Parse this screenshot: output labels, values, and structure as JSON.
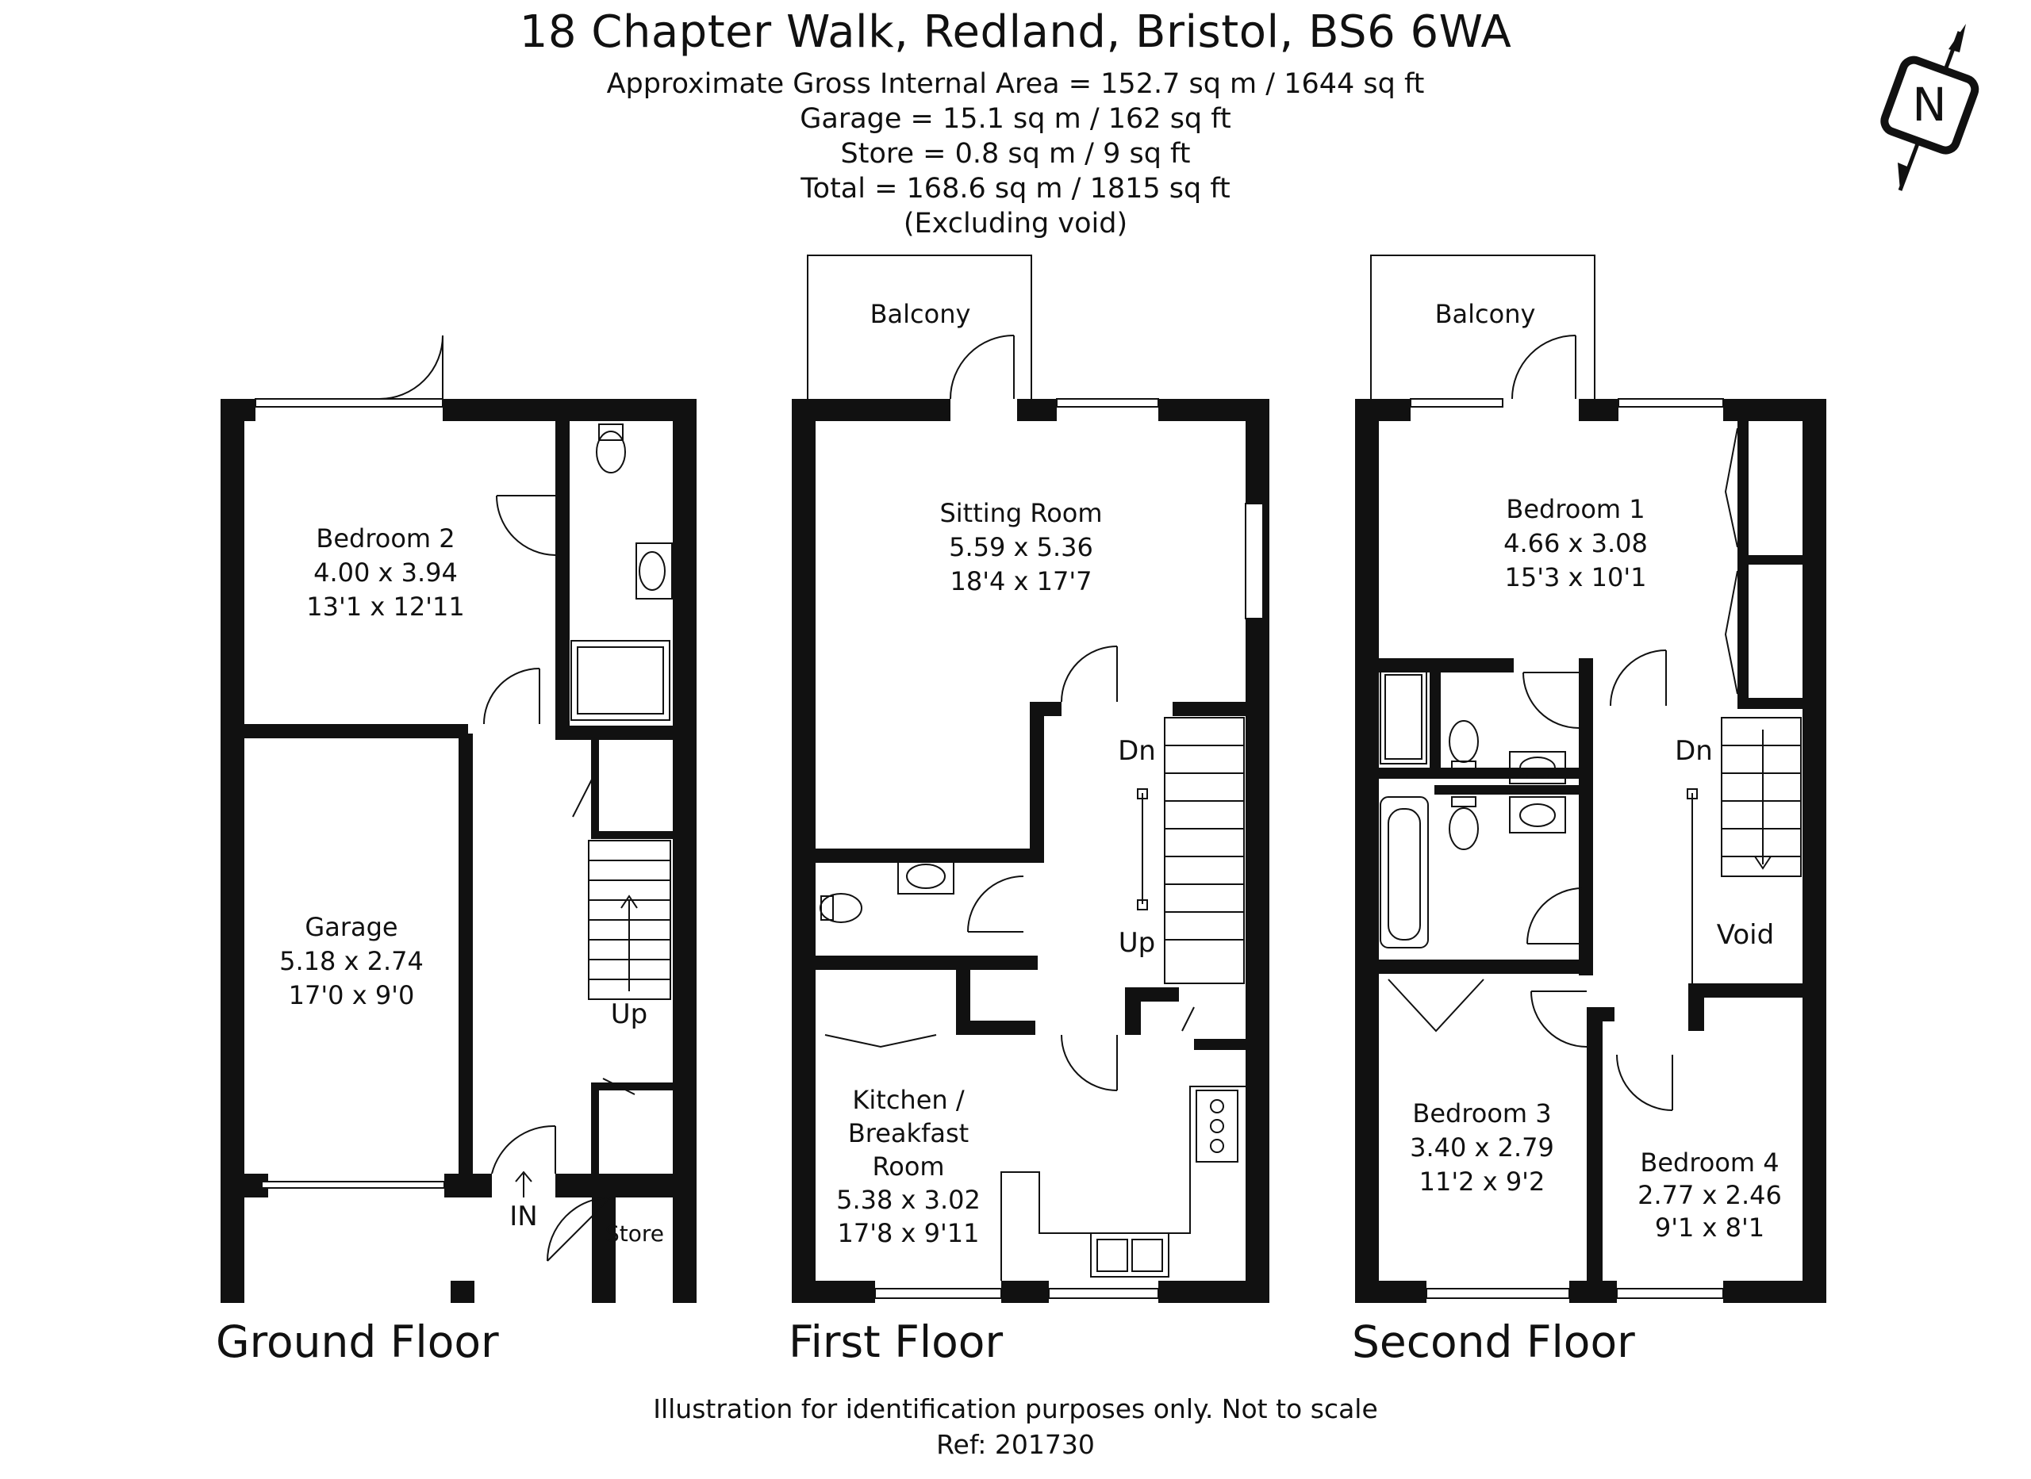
{
  "header": {
    "address": "18 Chapter Walk, Redland, Bristol, BS6 6WA",
    "area_lines": [
      "Approximate Gross Internal Area = 152.7 sq m / 1644 sq ft",
      "Garage = 15.1 sq m / 162 sq ft",
      "Store = 0.8 sq m / 9 sq ft",
      "Total = 168.6 sq m / 1815 sq ft",
      "(Excluding void)"
    ]
  },
  "compass": {
    "label": "N",
    "icon": "north-arrow-icon"
  },
  "floors": {
    "ground": {
      "label": "Ground Floor",
      "rooms": {
        "bedroom2": [
          "Bedroom 2",
          "4.00 x 3.94",
          "13'1 x 12'11"
        ],
        "garage": [
          "Garage",
          "5.18 x 2.74",
          "17'0 x 9'0"
        ],
        "store": "Store",
        "up": "Up",
        "in": "IN"
      }
    },
    "first": {
      "label": "First Floor",
      "rooms": {
        "balcony": "Balcony",
        "sitting": [
          "Sitting Room",
          "5.59 x 5.36",
          "18'4 x 17'7"
        ],
        "kitchen": [
          "Kitchen /",
          "Breakfast",
          "Room",
          "5.38 x 3.02",
          "17'8 x 9'11"
        ],
        "dn": "Dn",
        "up": "Up"
      }
    },
    "second": {
      "label": "Second Floor",
      "rooms": {
        "balcony": "Balcony",
        "bedroom1": [
          "Bedroom 1",
          "4.66 x 3.08",
          "15'3 x 10'1"
        ],
        "bedroom3": [
          "Bedroom 3",
          "3.40 x 2.79",
          "11'2 x 9'2"
        ],
        "bedroom4": [
          "Bedroom 4",
          "2.77 x 2.46",
          "9'1 x 8'1"
        ],
        "dn": "Dn",
        "void": "Void"
      }
    }
  },
  "footer": {
    "disclaimer": "Illustration for identification purposes only. Not to scale",
    "ref": "Ref: 201730"
  }
}
